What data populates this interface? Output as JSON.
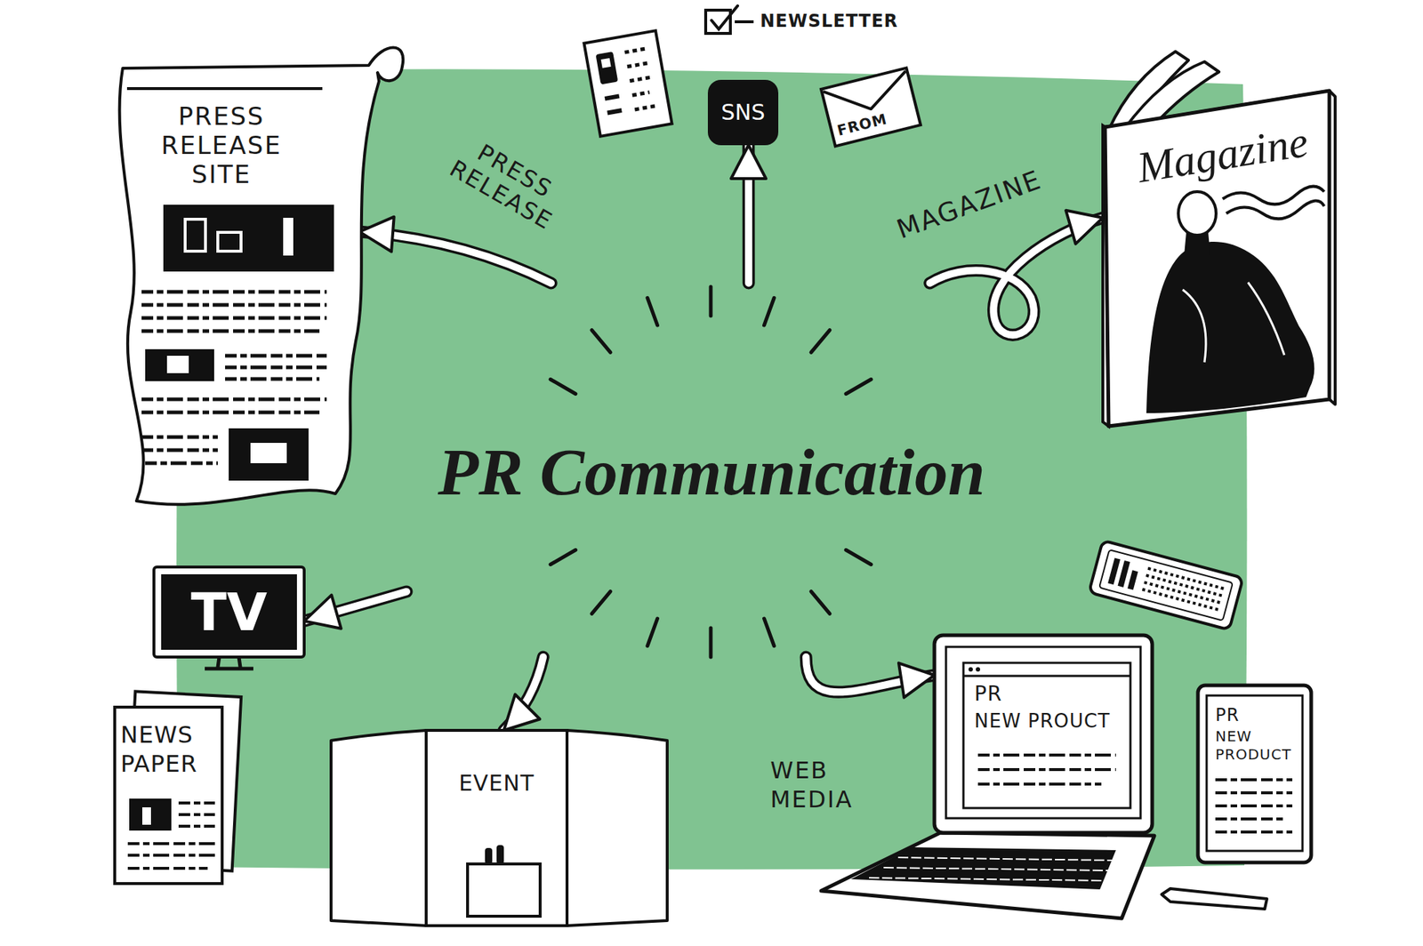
{
  "diagram": {
    "nodes": [
      {
        "text": [
          "PR Communication"
        ]
      },
      {
        "text": [
          "PRESS RELEASE SITE"
        ]
      },
      {
        "text": [
          "SNS"
        ]
      },
      {
        "text": [
          "FROM"
        ]
      },
      {
        "text": [
          "Magazine"
        ]
      },
      {
        "text": [
          "TV"
        ]
      },
      {
        "text": [
          "NEWS PAPER"
        ]
      },
      {
        "text": [
          "EVENT"
        ]
      },
      {
        "text": [
          "PR",
          "NEW PROUCT"
        ]
      },
      {
        "text": [
          "PR",
          "NEW PRODUCT"
        ]
      }
    ],
    "edges": [
      {
        "from": 0,
        "to": 1,
        "label": "PRESS RELEASE",
        "arrow": "to"
      },
      {
        "from": 0,
        "to": 2,
        "arrow": "to"
      },
      {
        "from": 0,
        "to": 4,
        "label": "MAGAZINE",
        "arrow": "to"
      },
      {
        "from": 0,
        "to": 5,
        "arrow": "to"
      },
      {
        "from": 0,
        "to": 7,
        "arrow": "to"
      },
      {
        "from": 0,
        "to": 8,
        "label": "WEB MEDIA",
        "arrow": "to"
      }
    ],
    "labels": [
      "NEWSLETTER"
    ]
  }
}
